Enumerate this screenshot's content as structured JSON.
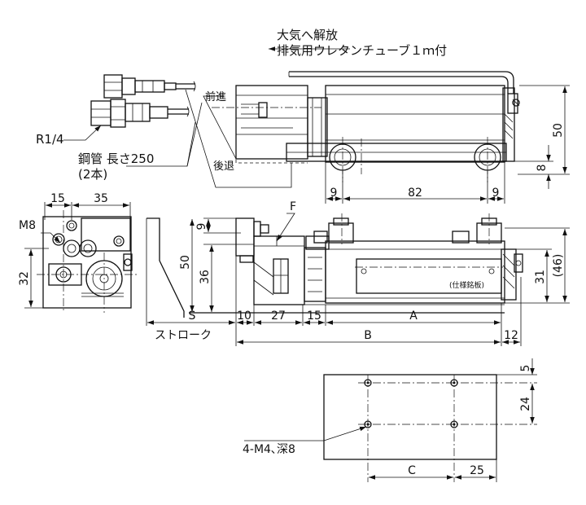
{
  "notes": {
    "exhaust_line1": "大気へ解放",
    "exhaust_line2": "排気用ウレタンチューブ１ｍ付",
    "forward": "前進",
    "backward": "後退",
    "r14": "R1/4",
    "steel_pipe": "鋼管 長さ250",
    "two_pcs": "(2本)",
    "m8": "M8",
    "f": "F",
    "spec_plate": "(仕様銘板)",
    "stroke": "ストローク",
    "tapped_holes": "4-M4､深8"
  },
  "dims": {
    "top_50": "50",
    "top_8": "8",
    "top_9a": "9",
    "top_82": "82",
    "top_9b": "9",
    "left_15": "15",
    "left_35": "35",
    "left_32": "32",
    "mid_9": "9",
    "mid_50": "50",
    "mid_36": "36",
    "s": "S",
    "d10": "10",
    "d27": "27",
    "d15": "15",
    "a": "A",
    "b": "B",
    "d12": "12",
    "right_31": "31",
    "right_46": "(46)",
    "bot_5": "5",
    "bot_24": "24",
    "c": "C",
    "bot_25": "25"
  }
}
